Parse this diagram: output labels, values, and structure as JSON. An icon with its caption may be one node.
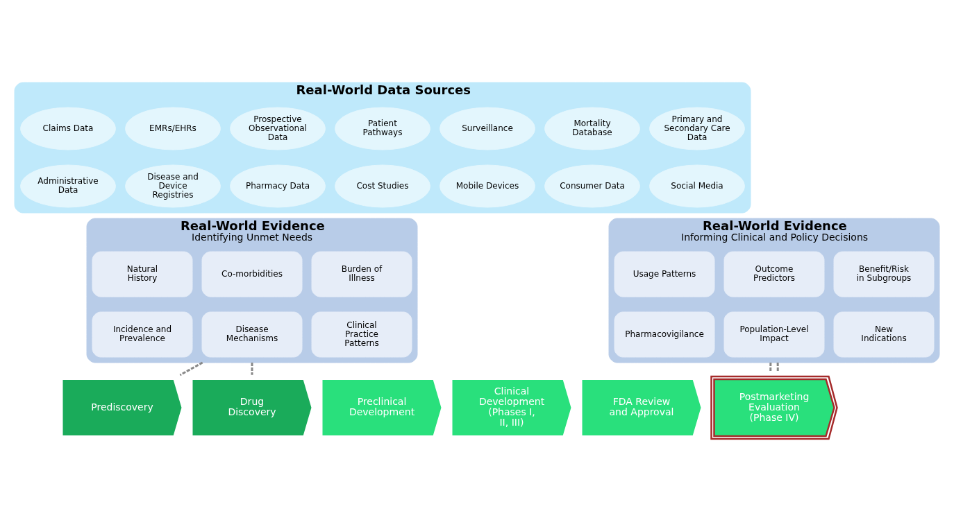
{
  "diagram": {
    "nodes": [
      {
        "text": [
          "Real-World Data Sources"
        ]
      },
      {
        "text": [
          "Claims Data"
        ],
        "in": 0
      },
      {
        "text": [
          "EMRs/EHRs"
        ],
        "in": 0
      },
      {
        "text": [
          "Prospective Observational Data"
        ],
        "in": 0
      },
      {
        "text": [
          "Patient Pathways"
        ],
        "in": 0
      },
      {
        "text": [
          "Surveillance"
        ],
        "in": 0
      },
      {
        "text": [
          "Mortality Database"
        ],
        "in": 0
      },
      {
        "text": [
          "Primary and Secondary Care Data"
        ],
        "in": 0
      },
      {
        "text": [
          "Administrative Data"
        ],
        "in": 0
      },
      {
        "text": [
          "Disease and Device Registries"
        ],
        "in": 0
      },
      {
        "text": [
          "Pharmacy Data"
        ],
        "in": 0
      },
      {
        "text": [
          "Cost Studies"
        ],
        "in": 0
      },
      {
        "text": [
          "Mobile Devices"
        ],
        "in": 0
      },
      {
        "text": [
          "Consumer Data"
        ],
        "in": 0
      },
      {
        "text": [
          "Social Media"
        ],
        "in": 0
      },
      {
        "text": [
          "Real-World Evidence",
          "Identifying Unmet Needs"
        ]
      },
      {
        "text": [
          "Natural History"
        ],
        "in": 15
      },
      {
        "text": [
          "Co-morbidities"
        ],
        "in": 15
      },
      {
        "text": [
          "Burden of Illness"
        ],
        "in": 15
      },
      {
        "text": [
          "Incidence and Prevalence"
        ],
        "in": 15
      },
      {
        "text": [
          "Disease Mechanisms"
        ],
        "in": 15
      },
      {
        "text": [
          "Clinical Practice Patterns"
        ],
        "in": 15
      },
      {
        "text": [
          "Real-World Evidence",
          "Informing Clinical and Policy Decisions"
        ]
      },
      {
        "text": [
          "Usage Patterns"
        ],
        "in": 22
      },
      {
        "text": [
          "Outcome Predictors"
        ],
        "in": 22
      },
      {
        "text": [
          "Benefit/Risk in Subgroups"
        ],
        "in": 22
      },
      {
        "text": [
          "Pharmacovigilance"
        ],
        "in": 22
      },
      {
        "text": [
          "Population-Level Impact"
        ],
        "in": 22
      },
      {
        "text": [
          "New Indications"
        ],
        "in": 22
      },
      {
        "text": [
          "Prediscovery"
        ]
      },
      {
        "text": [
          "Drug Discovery"
        ]
      },
      {
        "text": [
          "Preclinical Development"
        ]
      },
      {
        "text": [
          "Clinical Development (Phases I, II, III)"
        ]
      },
      {
        "text": [
          "FDA Review and Approval"
        ]
      },
      {
        "text": [
          "Postmarketing Evaluation (Phase IV)"
        ]
      }
    ],
    "edges": [
      {
        "from": 15,
        "to": 29,
        "arrow": "none",
        "style": "dashed"
      },
      {
        "from": 15,
        "to": 30,
        "arrow": "none",
        "style": "dashed"
      },
      {
        "from": 22,
        "to": 34,
        "arrow": "none",
        "style": "dashed"
      },
      {
        "from": 22,
        "to": 34,
        "arrow": "none",
        "style": "dashed"
      }
    ]
  }
}
